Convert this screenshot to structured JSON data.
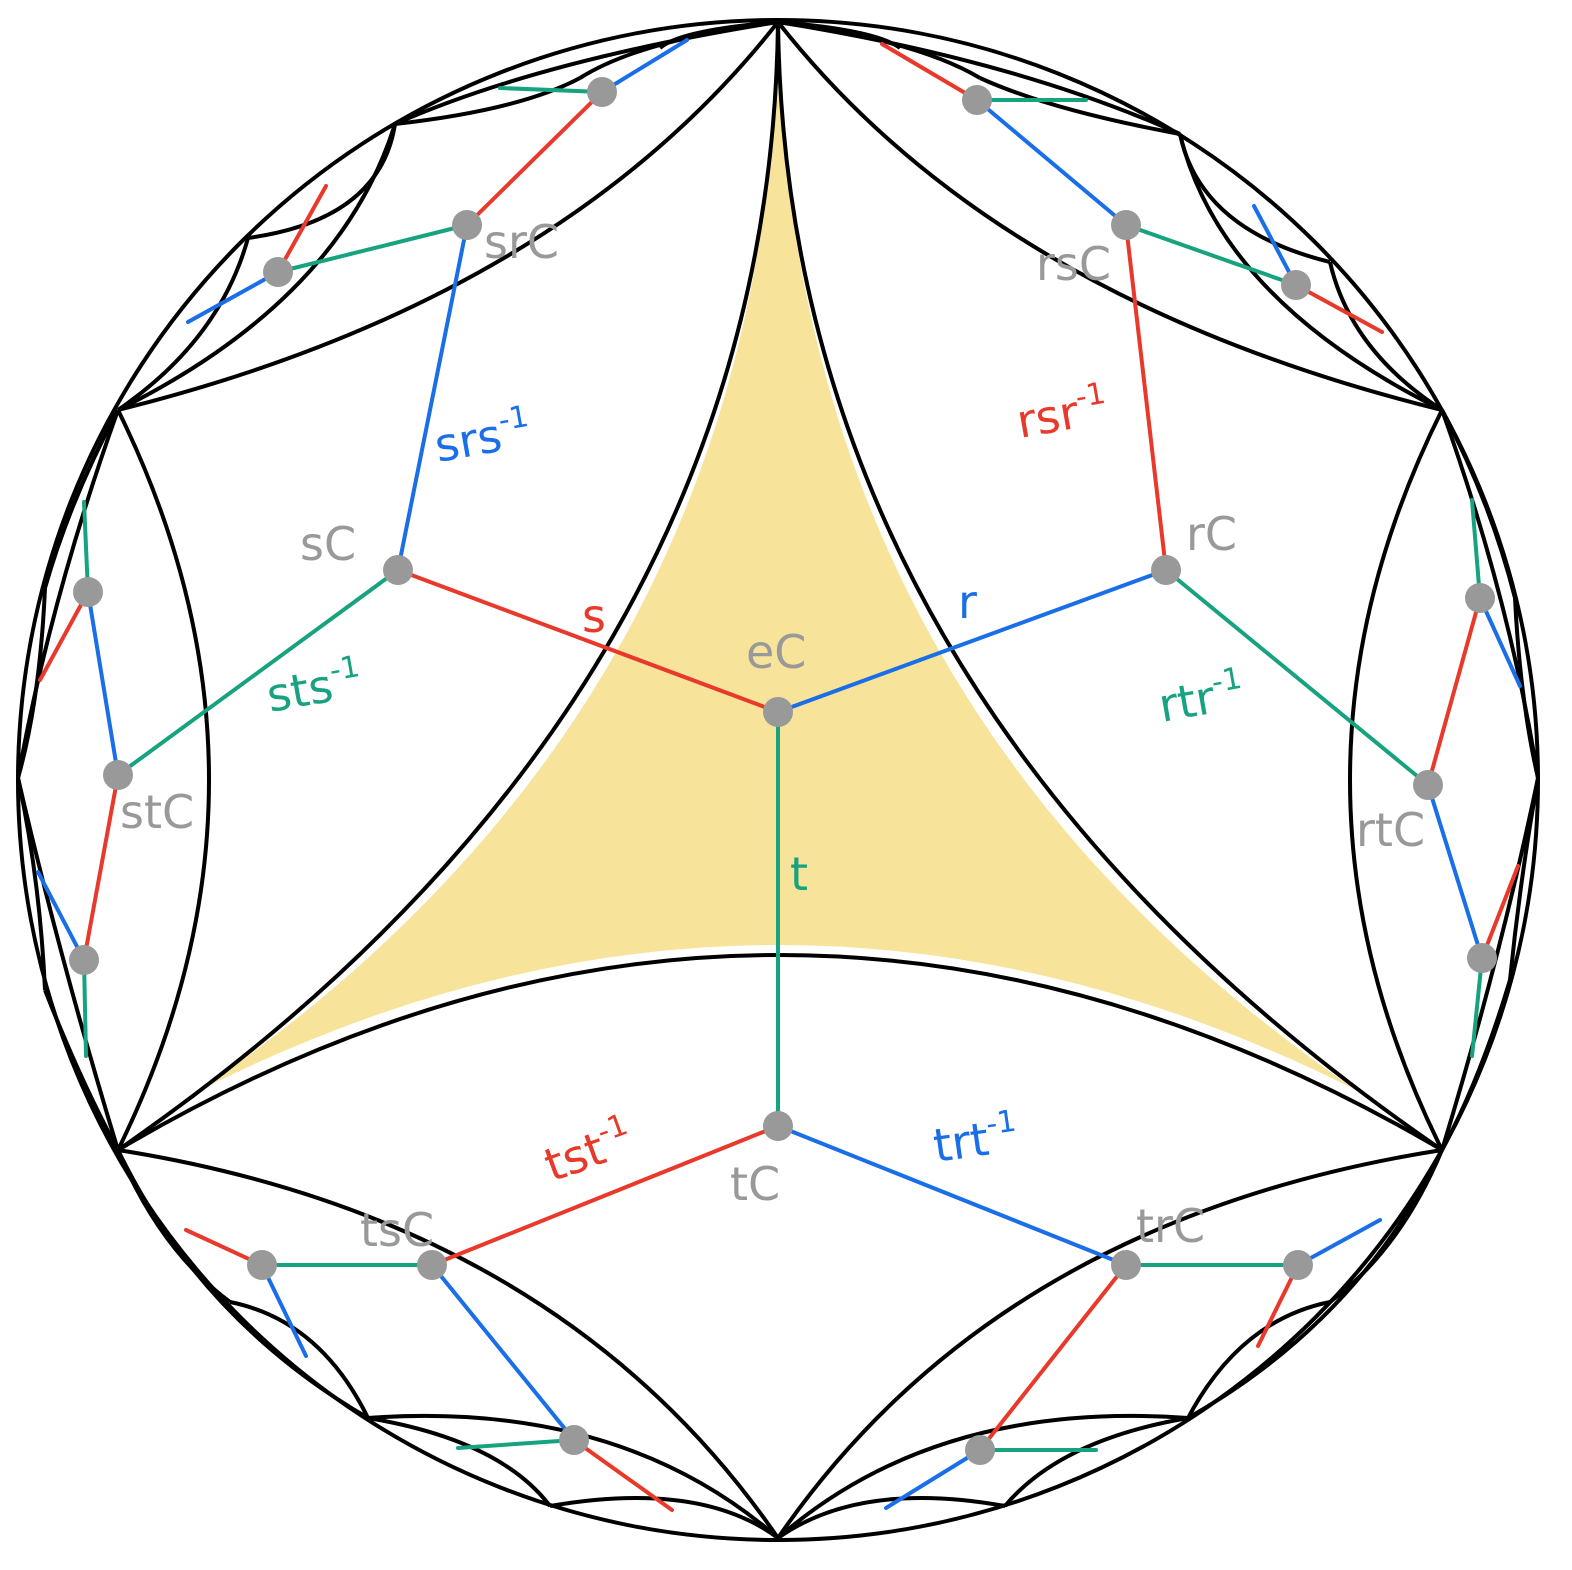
{
  "colors": {
    "s": "#e8392b",
    "r": "#1a6fe8",
    "t": "#17a37f",
    "node": "#999999",
    "fundamental_domain": "#f7e39a",
    "boundary": "#000000"
  },
  "labels": {
    "eC": "eC",
    "sC": "sC",
    "rC": "rC",
    "tC": "tC",
    "srC": "srC",
    "rsC": "rsC",
    "stC": "stC",
    "rtC": "rtC",
    "tsC": "tsC",
    "trC": "trC",
    "edge_s": "s",
    "edge_r": "r",
    "edge_t": "t",
    "srs": "srs",
    "sts": "sts",
    "rsr": "rsr",
    "rtr": "rtr",
    "tst": "tst",
    "trt": "trt",
    "inverse": "-1"
  }
}
